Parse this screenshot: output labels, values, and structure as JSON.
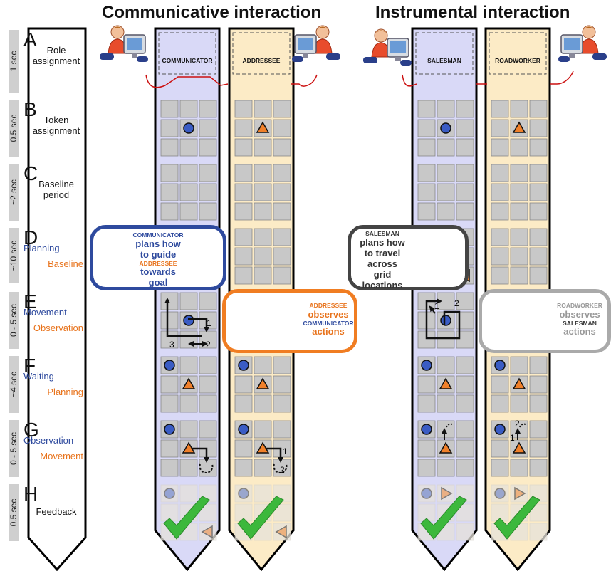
{
  "titles": {
    "communicative": "Communicative interaction",
    "instrumental": "Instrumental interaction"
  },
  "colors": {
    "blue_lane": "#d9d9f7",
    "orange_lane": "#fcebc6",
    "cell": "#c8c8c8",
    "token_blue": "#3a5cc4",
    "token_orange": "#f0802a",
    "check": "#3cb83c",
    "box_blue": "#2e4a9e",
    "box_orange": "#f07d22",
    "box_dark": "#444444",
    "box_gray": "#aaaaaa"
  },
  "phases": [
    {
      "letter": "A",
      "duration": "1 sec",
      "label_lines": [
        "Role",
        "assignment"
      ],
      "left_label": "",
      "right_label": ""
    },
    {
      "letter": "B",
      "duration": "0.5 sec",
      "label_lines": [
        "Token",
        "assignment"
      ],
      "left_label": "",
      "right_label": ""
    },
    {
      "letter": "C",
      "duration": "~2 sec",
      "label_lines": [
        "Baseline",
        "period"
      ],
      "left_label": "",
      "right_label": ""
    },
    {
      "letter": "D",
      "duration": "~10 sec",
      "label_lines": [],
      "left_label": "Planning",
      "right_label": "Baseline"
    },
    {
      "letter": "E",
      "duration": "0 - 5 sec",
      "label_lines": [],
      "left_label": "Movement",
      "right_label": "Observation"
    },
    {
      "letter": "F",
      "duration": "~4 sec",
      "label_lines": [],
      "left_label": "Waiting",
      "right_label": "Planning"
    },
    {
      "letter": "G",
      "duration": "0 - 5 sec",
      "label_lines": [],
      "left_label": "Observation",
      "right_label": "Movement"
    },
    {
      "letter": "H",
      "duration": "0.5 sec",
      "label_lines": [
        "Feedback"
      ],
      "left_label": "",
      "right_label": ""
    }
  ],
  "lanes": [
    {
      "name": "COMMUNICATOR",
      "color": "blue"
    },
    {
      "name": "ADDRESSEE",
      "color": "orange"
    },
    {
      "name": "SALESMAN",
      "color": "blue"
    },
    {
      "name": "ROADWORKER",
      "color": "orange"
    }
  ],
  "boxes": {
    "communicator_plans": {
      "role": "COMMUNICATOR",
      "line1": "plans how",
      "line2": "to guide",
      "role2": "ADDRESSEE",
      "line3": "towards",
      "line4": "goal"
    },
    "addressee_observes": {
      "role": "ADDRESSEE",
      "line1": "observes",
      "role2": "COMMUNICATOR",
      "line2": "actions"
    },
    "salesman_plans": {
      "role": "SALESMAN",
      "line1": "plans how",
      "line2": "to travel",
      "line3": "across",
      "line4": "grid",
      "line5": "locations"
    },
    "roadworker_observes": {
      "role": "ROADWORKER",
      "line1": "observes",
      "role2": "SALESMAN",
      "line2": "actions"
    }
  },
  "step_numbers": {
    "s1": "1",
    "s2": "2",
    "s3": "3"
  }
}
